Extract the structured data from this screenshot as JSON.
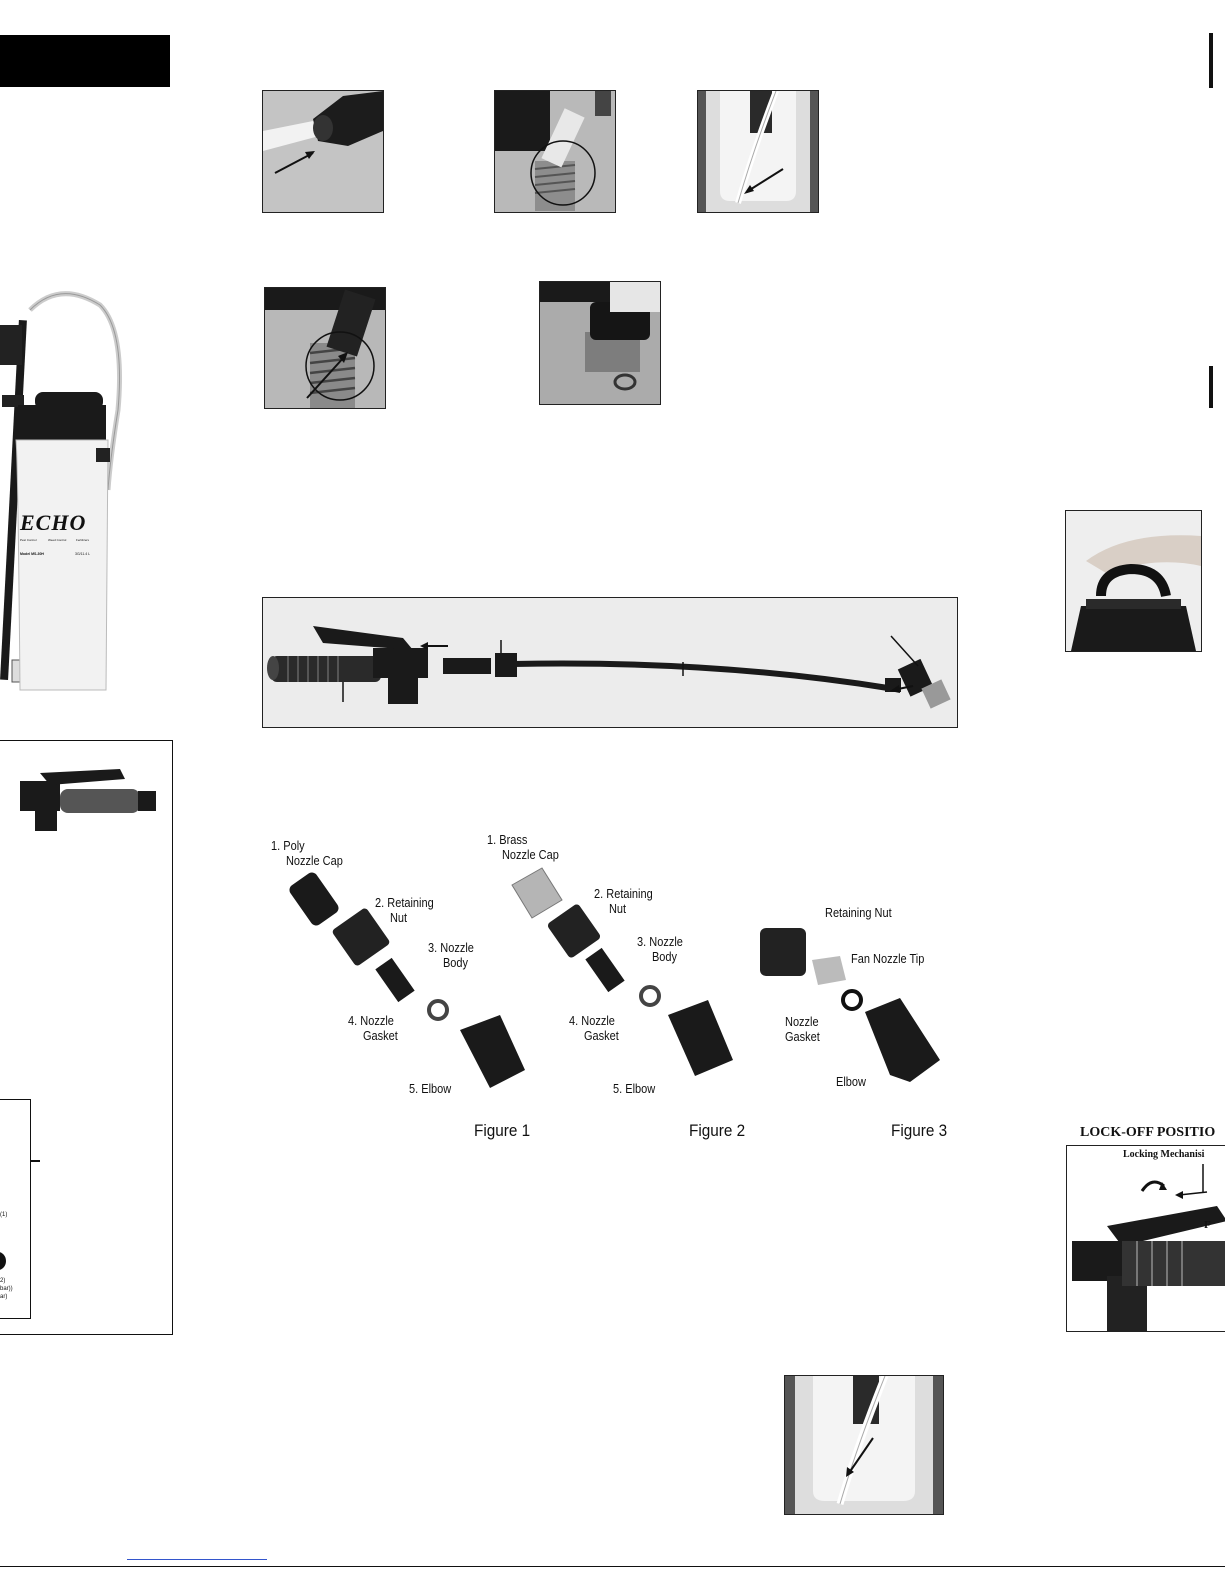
{
  "nozzle_parts": {
    "fig1": {
      "part1": {
        "num": "1.",
        "line1": "Poly",
        "line2": "Nozzle Cap"
      },
      "part2": {
        "num": "2.",
        "line1": "Retaining",
        "line2": "Nut"
      },
      "part3": {
        "num": "3.",
        "line1": "Nozzle",
        "line2": "Body"
      },
      "part4": {
        "num": "4.",
        "line1": "Nozzle",
        "line2": "Gasket"
      },
      "part5": {
        "num": "5.",
        "line1": "Elbow"
      }
    },
    "fig2": {
      "part1": {
        "num": "1.",
        "line1": "Brass",
        "line2": "Nozzle Cap"
      },
      "part2": {
        "num": "2.",
        "line1": "Retaining",
        "line2": "Nut"
      },
      "part3": {
        "num": "3.",
        "line1": "Nozzle",
        "line2": "Body"
      },
      "part4": {
        "num": "4.",
        "line1": "Nozzle",
        "line2": "Gasket"
      },
      "part5": {
        "num": "5.",
        "line1": "Elbow"
      }
    },
    "fig3": {
      "retaining_nut": "Retaining Nut",
      "fan_tip": "Fan Nozzle Tip",
      "gasket_line1": "Nozzle",
      "gasket_line2": "Gasket",
      "elbow": "Elbow"
    }
  },
  "figure_captions": [
    "Figure 1",
    "Figure 2",
    "Figure 3"
  ],
  "lock_off": {
    "title": "LOCK-OFF POSITIO",
    "locking_label": "Locking Mechanisi",
    "edge_letter": "F"
  },
  "sprayer": {
    "brand": "ECHO",
    "checkboxes": [
      "Pest Control",
      "Weed Control",
      "Fertilizers"
    ],
    "model": "Model MS-30H",
    "capacity": "3G/11.4 L"
  },
  "inset_fragments": {
    "mark1": "(1)",
    "mark2": "2)",
    "mark3": "bar))",
    "mark4": "ar)"
  }
}
